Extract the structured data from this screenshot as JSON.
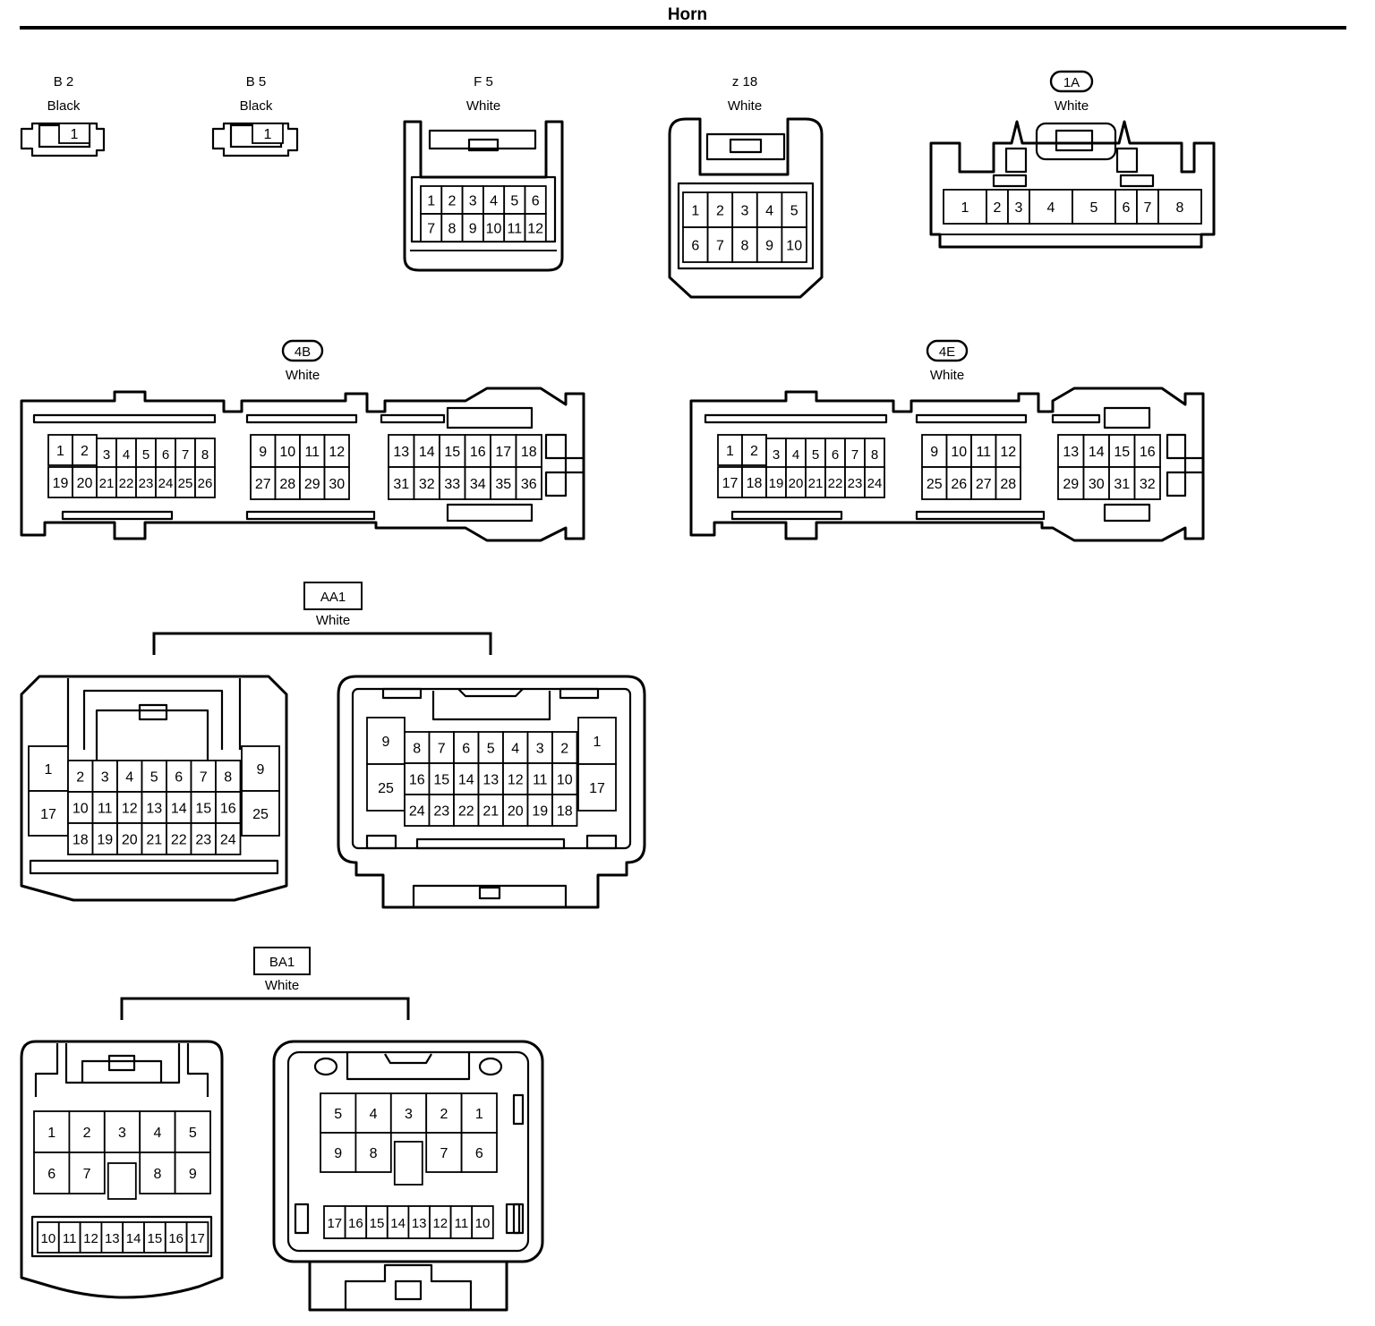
{
  "title": "Horn",
  "connectors": [
    {
      "id": "B 2",
      "color": "Black",
      "pins": [
        "1"
      ]
    },
    {
      "id": "B 5",
      "color": "Black",
      "pins": [
        "1"
      ]
    },
    {
      "id": "F 5",
      "color": "White",
      "rows": [
        [
          "1",
          "2",
          "3",
          "4",
          "5",
          "6"
        ],
        [
          "7",
          "8",
          "9",
          "10",
          "11",
          "12"
        ]
      ]
    },
    {
      "id": "z 18",
      "color": "White",
      "rows": [
        [
          "1",
          "2",
          "3",
          "4",
          "5"
        ],
        [
          "6",
          "7",
          "8",
          "9",
          "10"
        ]
      ]
    },
    {
      "id": "1A",
      "color": "White",
      "pins": [
        "1",
        "2",
        "3",
        "4",
        "5",
        "6",
        "7",
        "8"
      ]
    },
    {
      "id": "4B",
      "color": "White",
      "groups": [
        [
          [
            "1",
            "2",
            "3",
            "4",
            "5",
            "6",
            "7",
            "8"
          ],
          [
            "19",
            "20",
            "21",
            "22",
            "23",
            "24",
            "25",
            "26"
          ]
        ],
        [
          [
            "9",
            "10",
            "11",
            "12"
          ],
          [
            "27",
            "28",
            "29",
            "30"
          ]
        ],
        [
          [
            "13",
            "14",
            "15",
            "16",
            "17",
            "18"
          ],
          [
            "31",
            "32",
            "33",
            "34",
            "35",
            "36"
          ]
        ]
      ]
    },
    {
      "id": "4E",
      "color": "White",
      "groups": [
        [
          [
            "1",
            "2",
            "3",
            "4",
            "5",
            "6",
            "7",
            "8"
          ],
          [
            "17",
            "18",
            "19",
            "20",
            "21",
            "22",
            "23",
            "24"
          ]
        ],
        [
          [
            "9",
            "10",
            "11",
            "12"
          ],
          [
            "25",
            "26",
            "27",
            "28"
          ]
        ],
        [
          [
            "13",
            "14",
            "15",
            "16"
          ],
          [
            "29",
            "30",
            "31",
            "32"
          ]
        ]
      ]
    },
    {
      "id": "AA1",
      "color": "White",
      "left": {
        "big_left": [
          "1",
          "17"
        ],
        "grid": [
          [
            "2",
            "3",
            "4",
            "5",
            "6",
            "7",
            "8"
          ],
          [
            "10",
            "11",
            "12",
            "13",
            "14",
            "15",
            "16"
          ],
          [
            "18",
            "19",
            "20",
            "21",
            "22",
            "23",
            "24"
          ]
        ],
        "big_right": [
          "9",
          "25"
        ]
      },
      "right": {
        "big_left": [
          "9",
          "25"
        ],
        "grid": [
          [
            "8",
            "7",
            "6",
            "5",
            "4",
            "3",
            "2"
          ],
          [
            "16",
            "15",
            "14",
            "13",
            "12",
            "11",
            "10"
          ],
          [
            "24",
            "23",
            "22",
            "21",
            "20",
            "19",
            "18"
          ]
        ],
        "big_right": [
          "1",
          "17"
        ]
      }
    },
    {
      "id": "BA1",
      "color": "White",
      "left": {
        "row1": [
          "1",
          "2",
          "3",
          "4",
          "5"
        ],
        "row2": [
          "6",
          "7",
          "",
          "8",
          "9"
        ],
        "row3": [
          "10",
          "11",
          "12",
          "13",
          "14",
          "15",
          "16",
          "17"
        ]
      },
      "right": {
        "row1": [
          "5",
          "4",
          "3",
          "2",
          "1"
        ],
        "row2": [
          "9",
          "8",
          "",
          "7",
          "6"
        ],
        "row3": [
          "17",
          "16",
          "15",
          "14",
          "13",
          "12",
          "11",
          "10"
        ]
      }
    }
  ]
}
